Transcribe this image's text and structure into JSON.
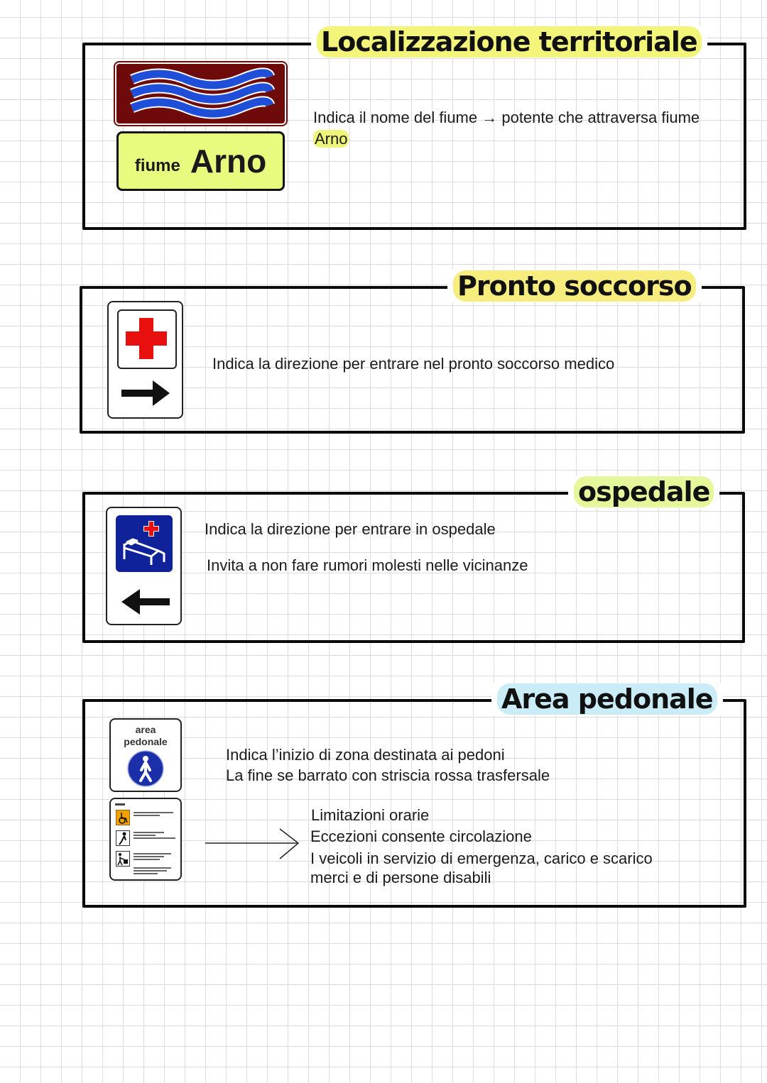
{
  "sections": [
    {
      "title": "Localizzazione territoriale",
      "highlight_color": "#f3f57a",
      "sign": {
        "top_icon": "river-waves-icon",
        "top_bg": "#6e0a0a",
        "wave_color": "#1f4fd8",
        "bottom_bg": "#e8fb7e",
        "bottom_small": "fiume",
        "bottom_big": "Arno"
      },
      "lines": [
        "Indica il nome del fiume → potente che attraversa fiume",
        "Arno"
      ]
    },
    {
      "title": "Pronto soccorso",
      "highlight_color": "#f7ec7e",
      "sign": {
        "icon": "red-cross-icon",
        "arrow": "arrow-right-icon",
        "cross_color": "#e80f0f"
      },
      "lines": [
        "Indica la direzione per entrare nel pronto soccorso medico"
      ]
    },
    {
      "title": "ospedale",
      "highlight_color": "#e4f79a",
      "sign": {
        "icon": "hospital-bed-icon",
        "arrow": "arrow-left-icon",
        "panel_color": "#10229a",
        "cross_color": "#e80f0f"
      },
      "lines": [
        "Indica la direzione per entrare in ospedale",
        "Invita a non fare rumori molesti nelle vicinanze"
      ]
    },
    {
      "title": "Area pedonale",
      "highlight_color": "#c9ecf7",
      "sign": {
        "top_text_1": "area",
        "top_text_2": "pedonale",
        "icon": "pedestrian-icon",
        "circle_color": "#1a2fa8",
        "panel_icons": [
          "wheelchair-icon",
          "emergency-person-icon",
          "loading-cart-icon"
        ]
      },
      "lines": [
        "Indica l’inizio di zona destinata ai pedoni",
        "La fine se barrato con striscia rossa trasfersale"
      ],
      "sub_lines": [
        "Limitazioni orarie",
        "Eccezioni consente circolazione",
        "I veicoli in servizio di emergenza, carico e scarico",
        "merci e di persone disabili"
      ]
    }
  ]
}
